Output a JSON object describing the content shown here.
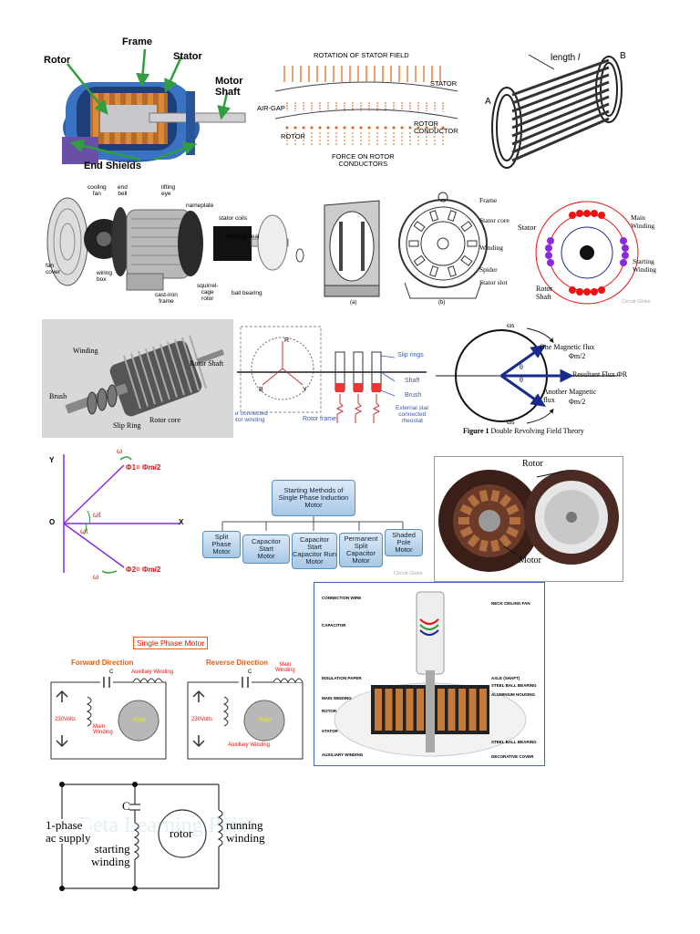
{
  "panels": {
    "motor_cutaway": {
      "frame": "Frame",
      "rotor": "Rotor",
      "stator": "Stator",
      "motor_shaft": "Motor\nShaft",
      "end_shields": "End Shields"
    },
    "stator_field": {
      "rotation": "ROTATION OF STATOR FIELD",
      "stator": "STATOR",
      "air_gap": "AIR-GAP",
      "rotor": "ROTOR",
      "rotor_conductor": "ROTOR\nCONDUCTOR",
      "force": "FORCE ON ROTOR\nCONDUCTORS"
    },
    "squirrel_cage": {
      "length": "length",
      "length_sym": "l",
      "a": "A",
      "b": "B"
    },
    "exploded": {
      "cooling_fan": "cooling\nfan",
      "end_bell": "end\nbell",
      "lifting_eye": "lifting\neye",
      "nameplate": "nameplate",
      "stator_coils": "stator coils",
      "bearing_seal": "bearing seal",
      "fan_cover": "fan\ncover",
      "wiring_box": "wiring\nbox",
      "cast_iron_frame": "cast-iron\nframe",
      "squirrel_cage_rotor": "squirrel-\ncage\nrotor",
      "ball_bearing": "ball bearing"
    },
    "stator_core": {
      "frame": "Frame",
      "stator_core": "Stator core",
      "winding": "Winding",
      "spider": "Spider",
      "stator_slot": "Stator slot",
      "a": "(a)",
      "b": "(b)"
    },
    "windings": {
      "stator": "Stator",
      "main_winding": "Main\nWinding",
      "starting_winding": "Starting\nWinding",
      "rotor_shaft": "Rotor\nShaft",
      "credit": "Circuit Globe"
    },
    "slip_ring_rotor": {
      "winding": "Winding",
      "rotor_shaft": "Rotor Shaft",
      "brush": "Brush",
      "slip_ring": "Slip Ring",
      "rotor_core": "Rotor core"
    },
    "slip_ring_circuit": {
      "r": "R",
      "b": "B",
      "y": "Y",
      "slip_rings": "Slip rings",
      "shaft": "Shaft",
      "brush": "Brush",
      "star_rotor": "Star connected\nrotor winding",
      "rotor_frame": "Rotor frame",
      "external": "External star\nconnected\nrheostat"
    },
    "double_field": {
      "omega_top": "ωs",
      "omega_bottom": "ωs",
      "one_flux": "One Magnetic flux",
      "phi_half_top": "Φm/2",
      "resultant": "Resultant Flux",
      "phi_r": "ΦR",
      "another_flux": "Another Magnetic\nflux",
      "phi_half_bottom": "Φm/2",
      "theta1": "θ",
      "theta2": "θ",
      "caption_bold": "Figure 1",
      "caption": "Double Revolving Field Theory"
    },
    "phasor": {
      "y": "Y",
      "x": "X",
      "o": "O",
      "omega1": "ω",
      "omega2": "ω",
      "phi1": "Φ1= Φm/2",
      "phi2": "Φ2= Φm/2",
      "wt1": "ωt",
      "wt2": "ωt"
    },
    "starting_methods": {
      "root": "Starting Methods of\nSingle Phase Induction\nMotor",
      "children": [
        "Split\nPhase\nMotor",
        "Capacitor\nStart\nMotor",
        "Capacitor\nStart\nCapacitor Run\nMotor",
        "Permanent\nSplit\nCapacitor\nMotor",
        "Shaded\nPole\nMotor"
      ],
      "credit": "Circuit Globe"
    },
    "fan_photo": {
      "rotor": "Rotor",
      "motor": "Motor"
    },
    "single_phase": {
      "title": "Single Phase Motor",
      "forward": "Forward Direction",
      "reverse": "Reverse Direction",
      "c1": "C",
      "c2": "C",
      "aux1": "Auxillary Winding",
      "main1": "Main\nWinding",
      "volts1": "230Volts",
      "rotor1": "Rotor",
      "main2": "Main\nWinding",
      "volts2": "230Volts",
      "rotor2": "Rotor",
      "aux2": "Auxillary Winding"
    },
    "ceiling_fan": {
      "left": [
        "CONNECTION WIRE",
        "CAPACITOR",
        "INSULATION PAPER",
        "MAIN WINDING",
        "ROTOR",
        "STATOR",
        "AUXILIARY WINDING"
      ],
      "right": [
        "NECK CEILING FAN",
        "AXLE (SHAFT)",
        "STEEL BALL BEARING",
        "ALUMINIUM HOUSING",
        "STEEL BALL BEARING",
        "DECORATIVE COVER"
      ]
    },
    "capacitor_circuit": {
      "c": "C",
      "supply": "1-phase\nac supply",
      "rotor": "rotor",
      "running": "running\nwinding",
      "starting": "starting\nwinding",
      "watermark": "Beta Learning Point"
    }
  },
  "colors": {
    "arrow_green": "#2e9e3e",
    "orange": "#e0601a",
    "red": "#e11",
    "navy": "#1a2a8c",
    "purple": "#8a2be2",
    "blue_box": "#a8c8e6"
  }
}
